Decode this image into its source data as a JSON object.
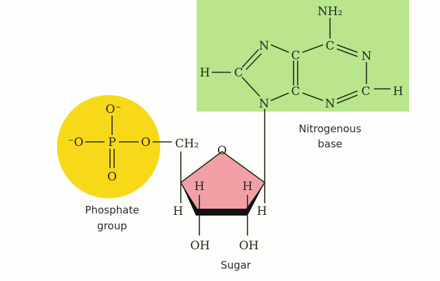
{
  "colors": {
    "base_box": "#b9e58d",
    "phosphate_circle": "#f7d91a",
    "sugar_ring": "#f2a0a6",
    "ink": "#1f2a1a"
  },
  "base": {
    "label_line1": "Nitrogenous",
    "label_line2": "base",
    "atoms": {
      "nh2": "NH₂",
      "c_top": "C",
      "n_top_left": "N",
      "c_mid_top": "C",
      "n_right": "N",
      "h_left": "H",
      "c_left": "C",
      "c_mid_bottom": "C",
      "n_bottom_left": "N",
      "n_bottom": "N",
      "c_right": "C",
      "h_right": "H"
    }
  },
  "phosphate": {
    "label_line1": "Phosphate",
    "label_line2": "group",
    "atoms": {
      "o_top": "O⁻",
      "o_left": "⁻O",
      "p": "P",
      "o_right": "O",
      "o_bottom": "O"
    }
  },
  "sugar": {
    "label": "Sugar",
    "atoms": {
      "ch2": "CH₂",
      "o_ring": "O",
      "h_in_left": "H",
      "h_in_right": "H",
      "h_out_left": "H",
      "h_out_right": "H",
      "oh_left": "OH",
      "oh_right": "OH"
    }
  }
}
